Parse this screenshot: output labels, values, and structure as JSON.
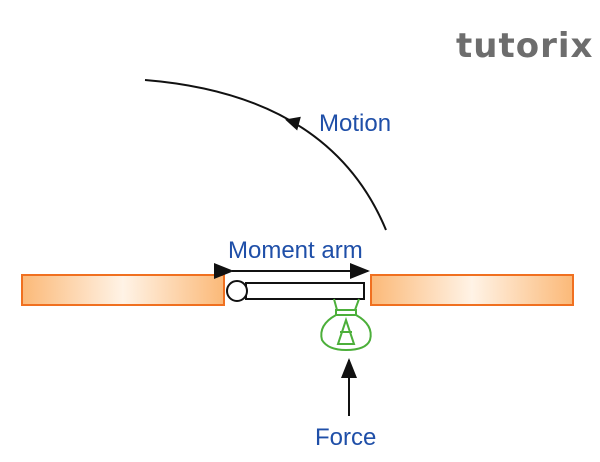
{
  "labels": {
    "motion": "Motion",
    "moment_arm": "Moment arm",
    "force": "Force"
  },
  "logo": {
    "text": "tutorix"
  },
  "colors": {
    "label": "#1f4fa8",
    "plank_border": "#f07020",
    "plank_fill": "#fcc78a",
    "bag": "#4caf3a",
    "line": "#111111"
  }
}
